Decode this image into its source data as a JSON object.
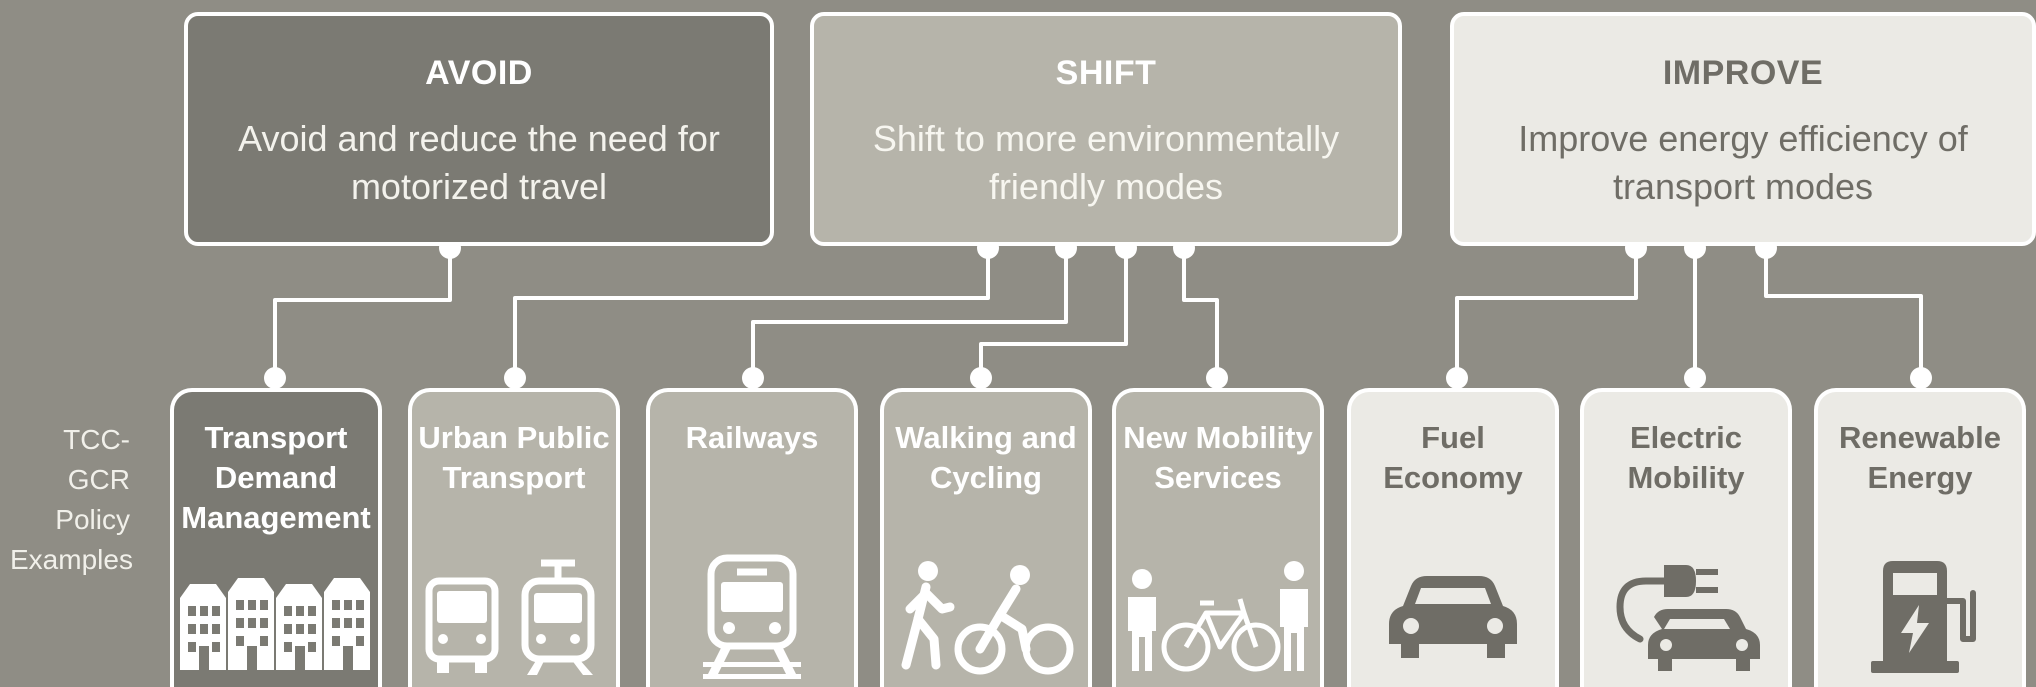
{
  "categories": [
    {
      "id": "avoid",
      "title": "AVOID",
      "description": "Avoid and reduce the need for motorized travel"
    },
    {
      "id": "shift",
      "title": "SHIFT",
      "description": "Shift to more environmentally friendly modes"
    },
    {
      "id": "improve",
      "title": "IMPROVE",
      "description": "Improve energy efficiency of transport modes"
    }
  ],
  "side_label": "TCC-GCR Policy Examples",
  "policies": [
    {
      "label": "Transport Demand Management",
      "category": "avoid",
      "icon": "buildings-icon"
    },
    {
      "label": "Urban Public Transport",
      "category": "shift",
      "icon": "bus-tram-icon"
    },
    {
      "label": "Railways",
      "category": "shift",
      "icon": "train-icon"
    },
    {
      "label": "Walking and Cycling",
      "category": "shift",
      "icon": "walk-bike-icon"
    },
    {
      "label": "New Mobility Services",
      "category": "shift",
      "icon": "bike-share-icon"
    },
    {
      "label": "Fuel Economy",
      "category": "improve",
      "icon": "car-icon"
    },
    {
      "label": "Electric Mobility",
      "category": "improve",
      "icon": "electric-car-icon"
    },
    {
      "label": "Renewable Energy",
      "category": "improve",
      "icon": "charging-station-icon"
    }
  ],
  "colors": {
    "background": "#8f8d85",
    "avoid": "#7b7a73",
    "shift": "#b6b4aa",
    "improve": "#ebeae5",
    "line": "#ffffff"
  }
}
